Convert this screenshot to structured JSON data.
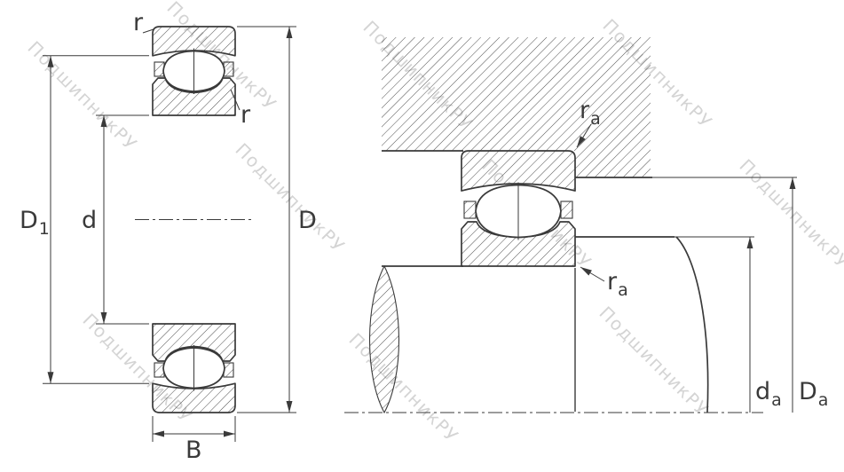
{
  "colors": {
    "line": "#3a3a3a",
    "hatch": "#3a3a3a",
    "background": "#ffffff"
  },
  "watermark": {
    "text": "ПодшипникРУ",
    "color": "#d4d4d4"
  },
  "dimensions": {
    "d1": {
      "base": "D",
      "sub": "1"
    },
    "d": {
      "base": "d",
      "sub": ""
    },
    "D": {
      "base": "D",
      "sub": ""
    },
    "B": {
      "base": "B",
      "sub": ""
    },
    "r_outer": {
      "base": "r",
      "sub": ""
    },
    "r_inner": {
      "base": "r",
      "sub": ""
    },
    "ra_housing": {
      "base": "r",
      "sub": "a"
    },
    "ra_shaft": {
      "base": "r",
      "sub": "a"
    },
    "da": {
      "base": "d",
      "sub": "a"
    },
    "Da": {
      "base": "D",
      "sub": "a"
    }
  }
}
